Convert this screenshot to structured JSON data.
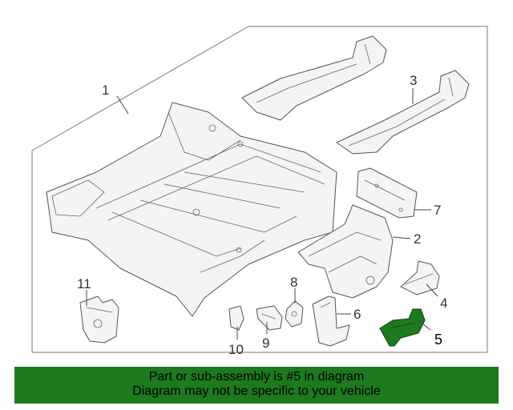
{
  "diagram": {
    "callouts": [
      "1",
      "2",
      "3",
      "4",
      "5",
      "6",
      "7",
      "8",
      "9",
      "10",
      "11"
    ],
    "highlight_color": "#1f7a1f"
  },
  "banner": {
    "line1": "Part or sub-assembly is #5 in diagram",
    "line2": "Diagram may not be specific to your vehicle",
    "color": "#1d7a1d"
  }
}
